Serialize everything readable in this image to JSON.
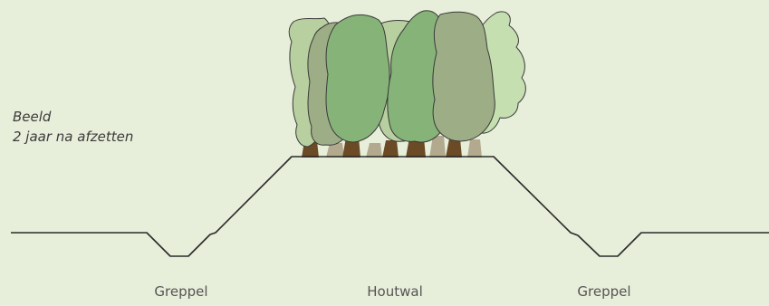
{
  "caption": {
    "line1": "Beeld",
    "line2": "2 jaar na afzetten"
  },
  "labels": {
    "ditch_left": "Greppel",
    "bank": "Houtwal",
    "ditch_right": "Greppel"
  },
  "colors": {
    "background": "#e7eed9",
    "ground_line": "#2b2b2b",
    "trunk_dark": "#6b4a26",
    "trunk_light": "#b3a98e",
    "tree_light": "#b8cfa0",
    "tree_mid": "#9dad86",
    "tree_dark": "#86b378",
    "tree_pale": "#c5dfb0"
  }
}
